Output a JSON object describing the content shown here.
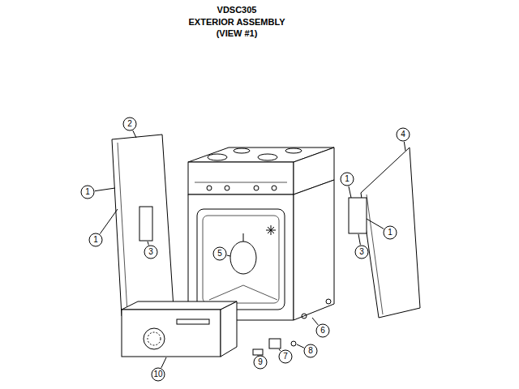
{
  "diagram": {
    "title": "VDSC305",
    "labels": [
      "EXTERIOR ASSEMBLY",
      "(VIEW #1)",
      "2",
      "1",
      "1",
      "3",
      "5",
      "4",
      "1",
      "1",
      "3",
      "6",
      "7",
      "8",
      "9",
      "10"
    ]
  }
}
